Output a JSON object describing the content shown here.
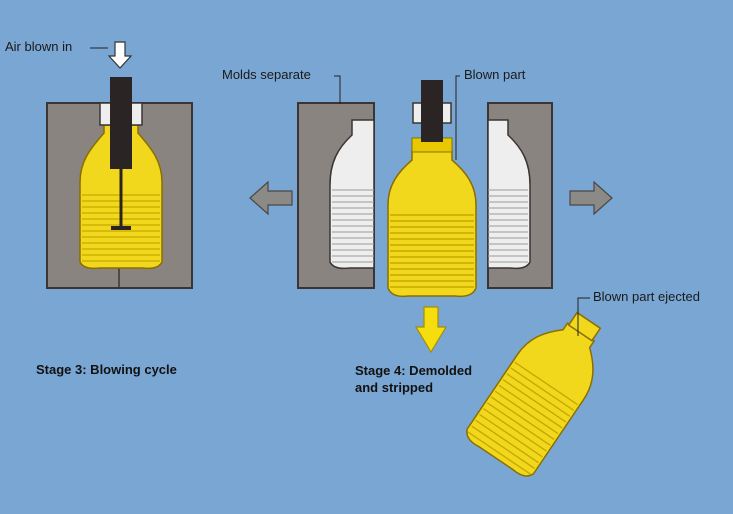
{
  "labels": {
    "air_blown_in": "Air blown in",
    "molds_separate": "Molds separate",
    "blown_part": "Blown part",
    "blown_part_ejected": "Blown part ejected"
  },
  "stages": {
    "stage3": "Stage 3: Blowing cycle",
    "stage4_line1": "Stage 4: Demolded",
    "stage4_line2": "and stripped"
  },
  "colors": {
    "background": "#7aa6d3",
    "mold": "#8a8480",
    "mold_edge": "#3a3532",
    "plastic": "#f2d81c",
    "rib": "#c8a800",
    "cavity": "#eeeeee",
    "blow_pin": "#2a2524",
    "arrow_gray": "#8c8a86",
    "arrow_yellow": "#f5dd10",
    "arrow_white": "#ffffff"
  }
}
